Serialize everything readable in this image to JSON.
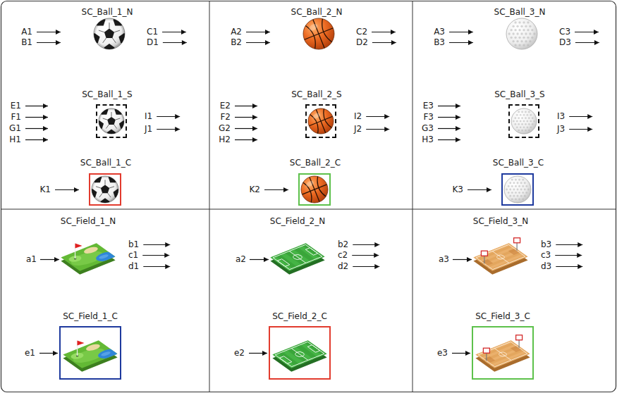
{
  "diagram": {
    "nodes": [
      {
        "text": [
          "SC_Ball_1_N"
        ]
      },
      {
        "text": [
          "SC_Ball_1_S"
        ]
      },
      {
        "text": [
          "SC_Ball_1_C"
        ]
      },
      {
        "text": [
          "SC_Ball_2_N"
        ]
      },
      {
        "text": [
          "SC_Ball_2_S"
        ]
      },
      {
        "text": [
          "SC_Ball_2_C"
        ]
      },
      {
        "text": [
          "SC_Ball_3_N"
        ]
      },
      {
        "text": [
          "SC_Ball_3_S"
        ]
      },
      {
        "text": [
          "SC_Ball_3_C"
        ]
      },
      {
        "text": [
          "SC_Field_1_N"
        ]
      },
      {
        "text": [
          "SC_Field_1_C"
        ]
      },
      {
        "text": [
          "SC_Field_2_N"
        ]
      },
      {
        "text": [
          "SC_Field_2_C"
        ]
      },
      {
        "text": [
          "SC_Field_3_N"
        ]
      },
      {
        "text": [
          "SC_Field_3_C"
        ]
      }
    ],
    "labels": [
      "A1",
      "B1",
      "C1",
      "D1",
      "E1",
      "F1",
      "G1",
      "H1",
      "I1",
      "J1",
      "K1",
      "A2",
      "B2",
      "C2",
      "D2",
      "E2",
      "F2",
      "G2",
      "H2",
      "I2",
      "J2",
      "K2",
      "A3",
      "B3",
      "C3",
      "D3",
      "E3",
      "F3",
      "G3",
      "H3",
      "I3",
      "J3",
      "K3",
      "a1",
      "b1",
      "c1",
      "d1",
      "e1",
      "a2",
      "b2",
      "c2",
      "d2",
      "e2",
      "a3",
      "b3",
      "c3",
      "d3",
      "e3"
    ]
  }
}
